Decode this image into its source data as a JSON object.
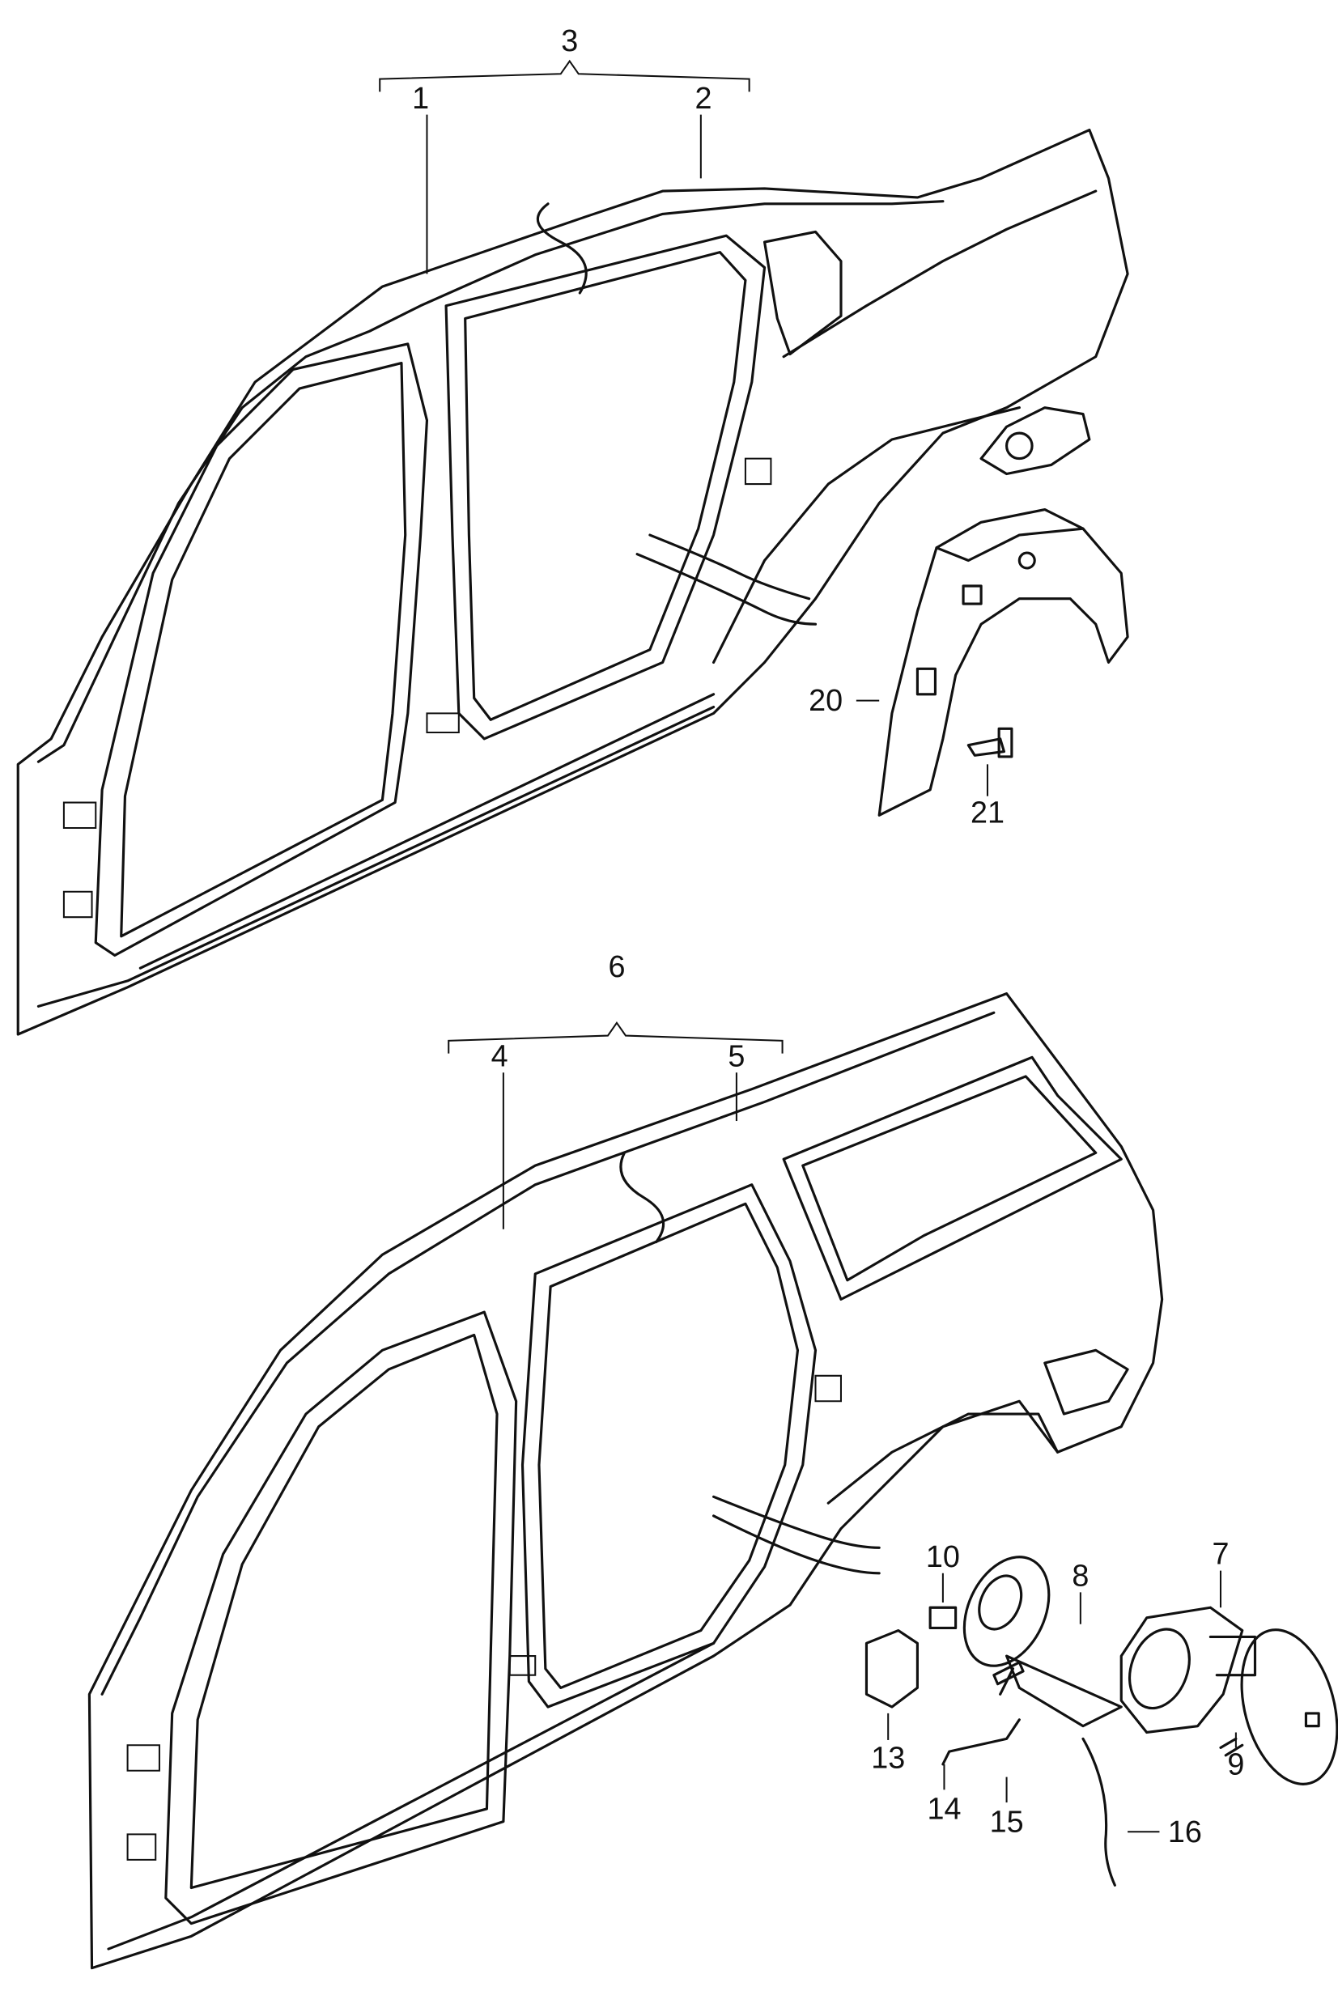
{
  "diagram": {
    "upper_assembly": {
      "group_label": "3",
      "parts": [
        {
          "label": "1"
        },
        {
          "label": "2"
        },
        {
          "label": "20"
        },
        {
          "label": "21"
        }
      ]
    },
    "lower_assembly": {
      "group_label": "6",
      "parts": [
        {
          "label": "4"
        },
        {
          "label": "5"
        },
        {
          "label": "10"
        },
        {
          "label": "8"
        },
        {
          "label": "7"
        },
        {
          "label": "13"
        },
        {
          "label": "14"
        },
        {
          "label": "15"
        },
        {
          "label": "16"
        },
        {
          "label": "9"
        }
      ]
    }
  }
}
